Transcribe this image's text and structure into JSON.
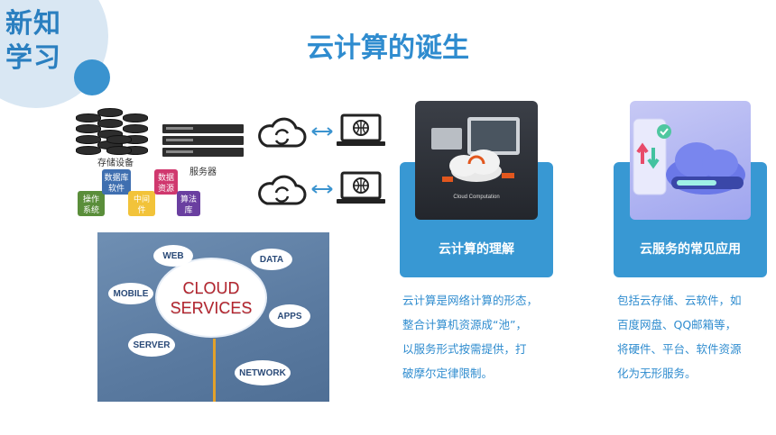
{
  "corner": {
    "title_line1": "新知",
    "title_line2": "学习"
  },
  "page": {
    "title": "云计算的诞生"
  },
  "diagram": {
    "storage_label": "存储设备",
    "server_label": "服务器",
    "blocks": [
      {
        "line1": "操作",
        "line2": "系统",
        "color": "#5a8e3a"
      },
      {
        "line1": "数据库",
        "line2": "软件",
        "color": "#3f6fb0"
      },
      {
        "line1": "中间",
        "line2": "件",
        "color": "#f2c33a"
      },
      {
        "line1": "数据",
        "line2": "资源",
        "color": "#d0386e"
      },
      {
        "line1": "算法",
        "line2": "库",
        "color": "#6a3fa0"
      }
    ]
  },
  "services_image": {
    "center_line1": "CLOUD",
    "center_line2": "SERVICES",
    "tags": [
      "WEB",
      "DATA",
      "MOBILE",
      "APPS",
      "SERVER",
      "NETWORK"
    ]
  },
  "cards": [
    {
      "label": "云计算的理解",
      "image_caption": "Cloud Computation",
      "text": [
        "云计算是网络计算的形态，",
        "整合计算机资源成“池”，",
        "以服务形式按需提供，打",
        "破摩尔定律限制。"
      ]
    },
    {
      "label": "云服务的常见应用",
      "text": [
        "包括云存储、云软件，如",
        "百度网盘、QQ邮箱等，",
        "将硬件、平台、软件资源",
        "化为无形服务。"
      ]
    }
  ],
  "colors": {
    "accent": "#3898d3",
    "title": "#2f8ccf",
    "corner_bg": "#d9e7f3"
  }
}
